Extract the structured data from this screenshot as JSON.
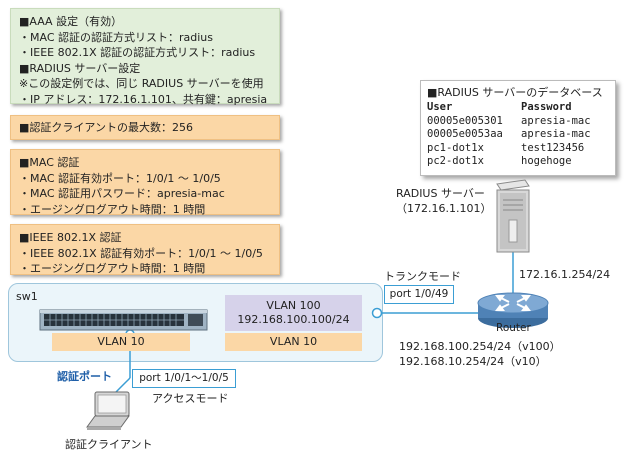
{
  "notes": {
    "aaa": [
      "■AAA 設定（有効）",
      "・MAC 認証の認証方式リスト：radius",
      "・IEEE 802.1X 認証の認証方式リスト：radius",
      "■RADIUS サーバー設定",
      "※この設定例では、同じ RADIUS サーバーを使用",
      "・IP アドレス：172.16.1.101、共有鍵：apresia"
    ],
    "max_clients": [
      "■認証クライアントの最大数：256"
    ],
    "mac_auth": [
      "■MAC 認証",
      "・MAC 認証有効ポート：1/0/1 ～ 1/0/5",
      "・MAC 認証用パスワード：apresia-mac",
      "・エージングログアウト時間：1 時間"
    ],
    "dot1x": [
      "■IEEE 802.1X 認証",
      "・IEEE 802.1X 認証有効ポート：1/0/1 ～ 1/0/5",
      "・エージングログアウト時間：1 時間"
    ]
  },
  "radius_db": {
    "title": "■RADIUS サーバーのデータベース",
    "headers": [
      "User",
      "Password"
    ],
    "rows": [
      [
        "00005e005301",
        "apresia-mac"
      ],
      [
        "00005e0053aa",
        "apresia-mac"
      ],
      [
        "pc1-dot1x",
        "test123456"
      ],
      [
        "pc2-dot1x",
        "hogehoge"
      ]
    ]
  },
  "radius_server": {
    "label": "RADIUS サーバー",
    "ip": "（172.16.1.101）"
  },
  "router": {
    "label": "Router",
    "uplink_ip": "172.16.1.254/24",
    "ip_v100": "192.168.100.254/24（v100）",
    "ip_v10": "192.168.10.254/24（v10）"
  },
  "trunk": {
    "mode_label": "トランクモード",
    "port": "port 1/0/49"
  },
  "sw1": {
    "label": "sw1",
    "vlan10_left": "VLAN 10",
    "vlan10_right": "VLAN 10",
    "vlan100_name": "VLAN 100",
    "vlan100_ip": "192.168.100.100/24"
  },
  "access": {
    "auth_port_label": "認証ポート",
    "port": "port 1/0/1～1/0/5",
    "mode_label": "アクセスモード"
  },
  "client": {
    "label": "認証クライアント"
  },
  "colors": {
    "green_note": "#e2efda",
    "orange_note": "#fbd7a6",
    "vlan100": "#d6d2ea",
    "link_blue": "#3b9ed4",
    "auth_port_text": "#1f5fa8",
    "router_blue": "#5d8fc4"
  }
}
